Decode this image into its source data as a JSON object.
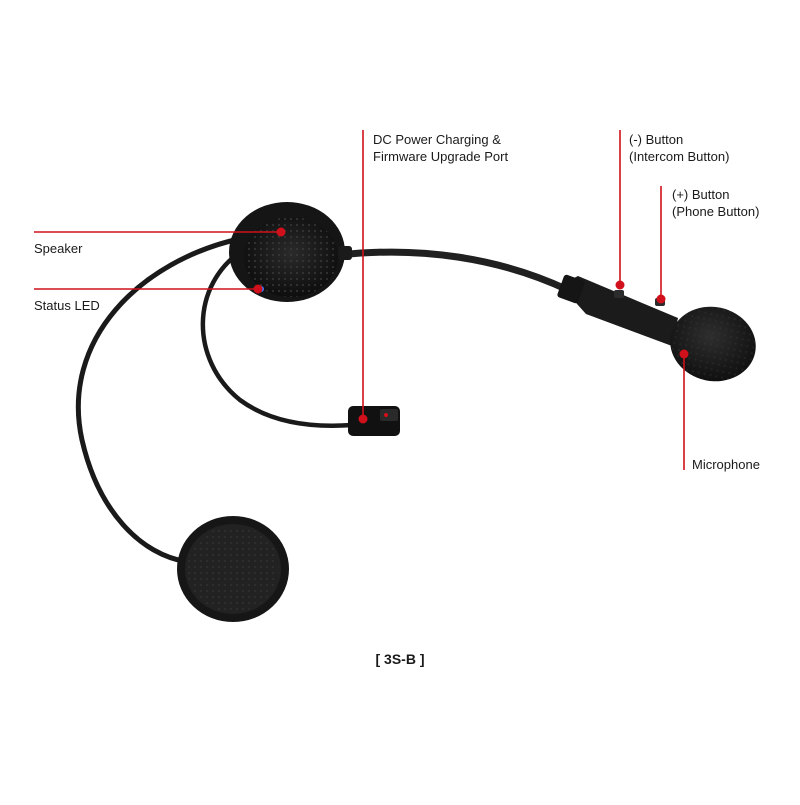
{
  "labels": {
    "dc_port_line1": "DC Power Charging &",
    "dc_port_line2": "Firmware Upgrade Port",
    "minus_button_line1": "(-) Button",
    "minus_button_line2": "(Intercom Button)",
    "plus_button_line1": "(+) Button",
    "plus_button_line2": "(Phone Button)",
    "speaker": "Speaker",
    "status_led": "Status LED",
    "microphone": "Microphone"
  },
  "caption": "[ 3S-B ]",
  "colors": {
    "callout": "#d0101a",
    "device": "#1c1c1c",
    "led": "#3a7bff"
  }
}
